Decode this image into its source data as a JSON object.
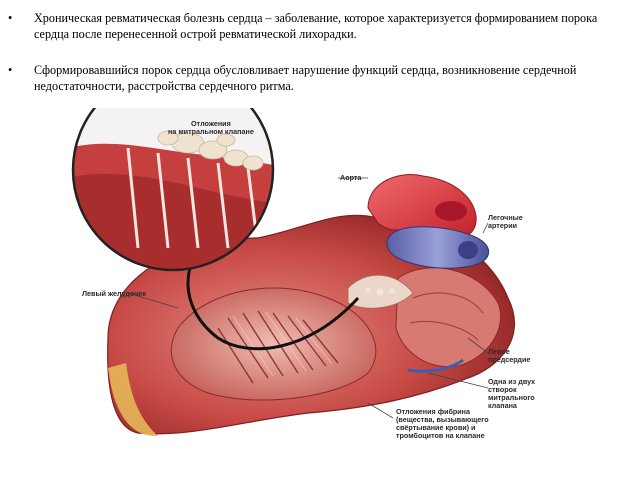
{
  "slide": {
    "bullets": [
      {
        "marker": "•",
        "text": "Хроническая ревматическая болезнь сердца – заболевание, которое характеризуется формированием порока сердца после перенесенной острой ревматической лихорадки."
      },
      {
        "marker": "•",
        "text": "Сформировавшийся порок сердца обусловливает нарушение функций сердца, возникновение сердечной недостаточности, расстройства сердечного ритма."
      }
    ]
  },
  "illustration": {
    "labels": {
      "inset": "Отложения\nна митральном клапане",
      "aorta": "Аорта",
      "pulmonary": "Легочные\nартерии",
      "left_ventricle": "Левый желудочек",
      "left_atrium": "Левое\nпредсердие",
      "mitral_cusp": "Одна из двух\nстворок\nмитрального\nклапана",
      "fibrin": "Отложения фибрина\n(вещества, вызывающего\nсвёртывание крови) и\nтромбоцитов на клапане"
    }
  }
}
